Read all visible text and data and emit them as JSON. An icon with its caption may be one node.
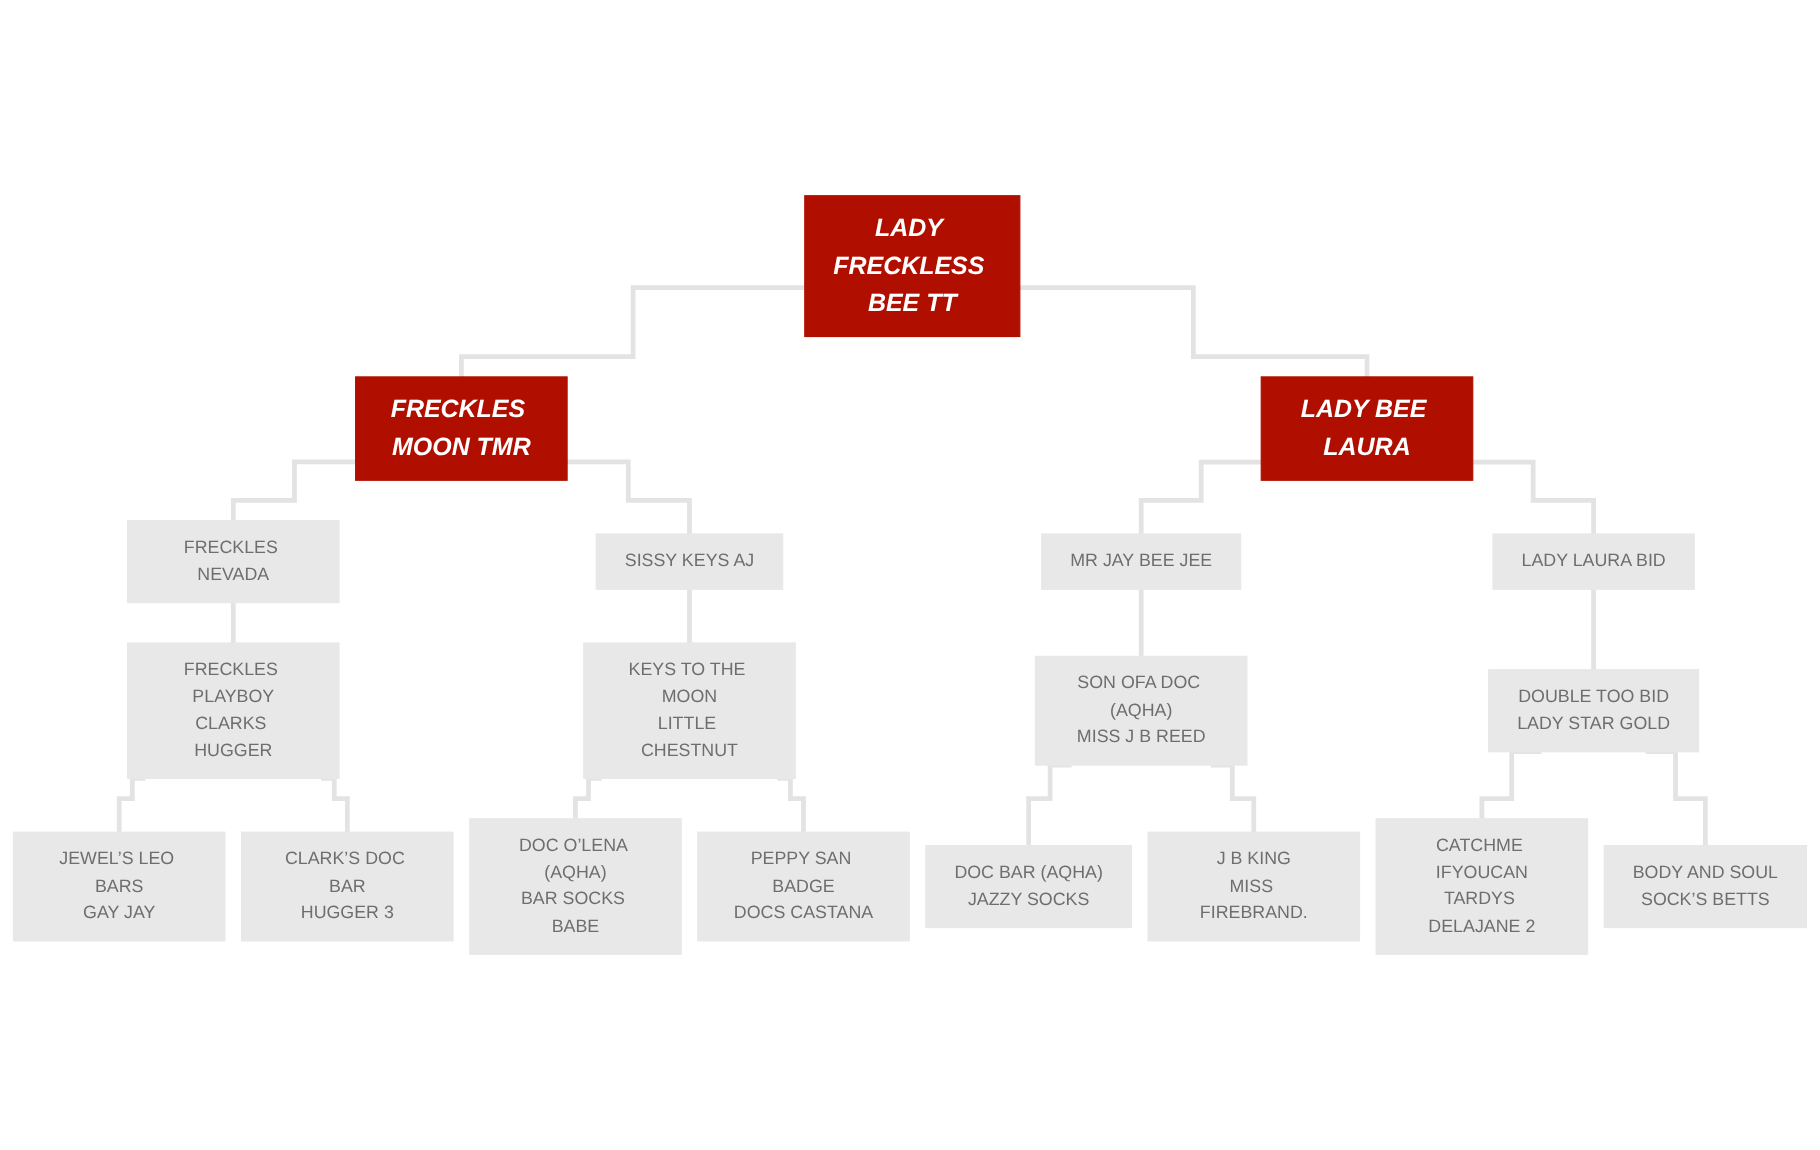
{
  "diagram": {
    "nodes": [
      {
        "text": [
          "LADY FRECKLESS BEE TT"
        ]
      },
      {
        "text": [
          "FRECKLES MOON TMR"
        ]
      },
      {
        "text": [
          "LADY BEE LAURA"
        ]
      },
      {
        "text": [
          "FRECKLES NEVADA"
        ]
      },
      {
        "text": [
          "SISSY KEYS AJ"
        ]
      },
      {
        "text": [
          "MR JAY BEE JEE"
        ]
      },
      {
        "text": [
          "LADY LAURA BID"
        ]
      },
      {
        "text": [
          "FRECKLES PLAYBOY",
          "CLARKS HUGGER"
        ]
      },
      {
        "text": [
          "KEYS TO THE MOON",
          "LITTLE CHESTNUT"
        ]
      },
      {
        "text": [
          "SON OFA DOC (AQHA)",
          "MISS J B REED"
        ]
      },
      {
        "text": [
          "DOUBLE TOO BID",
          "LADY STAR GOLD"
        ]
      },
      {
        "text": [
          "JEWEL’S LEO BARS",
          "GAY JAY"
        ]
      },
      {
        "text": [
          "CLARK’S DOC BAR",
          "HUGGER 3"
        ]
      },
      {
        "text": [
          "DOC O’LENA (AQHA)",
          "BAR SOCKS BABE"
        ]
      },
      {
        "text": [
          "PEPPY SAN BADGE",
          "DOCS CASTANA"
        ]
      },
      {
        "text": [
          "DOC BAR (AQHA)",
          "JAZZY SOCKS"
        ]
      },
      {
        "text": [
          "J B KING",
          "MISS FIREBRAND."
        ]
      },
      {
        "text": [
          "CATCHME IFYOUCAN",
          "TARDYS DELAJANE 2"
        ]
      },
      {
        "text": [
          "BODY AND SOUL",
          "SOCK’S BETTS"
        ]
      }
    ],
    "edges": [
      {
        "from": 0,
        "to": 1,
        "arrow": "none"
      },
      {
        "from": 0,
        "to": 2,
        "arrow": "none"
      },
      {
        "from": 1,
        "to": 3,
        "arrow": "none"
      },
      {
        "from": 1,
        "to": 4,
        "arrow": "none"
      },
      {
        "from": 2,
        "to": 5,
        "arrow": "none"
      },
      {
        "from": 2,
        "to": 6,
        "arrow": "none"
      },
      {
        "from": 3,
        "to": 7,
        "arrow": "none"
      },
      {
        "from": 4,
        "to": 8,
        "arrow": "none"
      },
      {
        "from": 5,
        "to": 9,
        "arrow": "none"
      },
      {
        "from": 6,
        "to": 10,
        "arrow": "none"
      },
      {
        "from": 7,
        "to": 11,
        "arrow": "none"
      },
      {
        "from": 7,
        "to": 12,
        "arrow": "none"
      },
      {
        "from": 8,
        "to": 13,
        "arrow": "none"
      },
      {
        "from": 8,
        "to": 14,
        "arrow": "none"
      },
      {
        "from": 9,
        "to": 15,
        "arrow": "none"
      },
      {
        "from": 9,
        "to": 16,
        "arrow": "none"
      },
      {
        "from": 10,
        "to": 17,
        "arrow": "none"
      },
      {
        "from": 10,
        "to": 18,
        "arrow": "none"
      }
    ]
  }
}
